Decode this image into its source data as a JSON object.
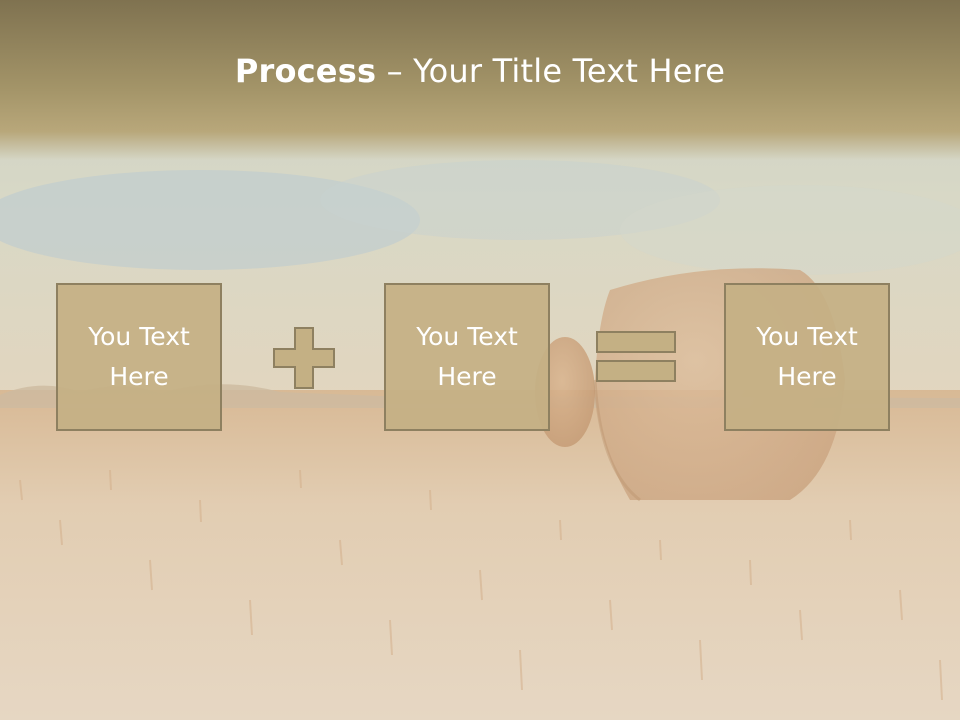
{
  "slide": {
    "title_bold": "Process",
    "title_rest": " – Your Title Text Here",
    "boxes": [
      {
        "text": "You Text Here"
      },
      {
        "text": "You Text Here"
      },
      {
        "text": "You Text Here"
      }
    ],
    "operators": [
      "plus-icon",
      "equals-icon"
    ]
  },
  "colors": {
    "box_fill": "#c4b084",
    "box_border": "#8e8060",
    "title_bar": "#a69668",
    "text": "#ffffff"
  }
}
